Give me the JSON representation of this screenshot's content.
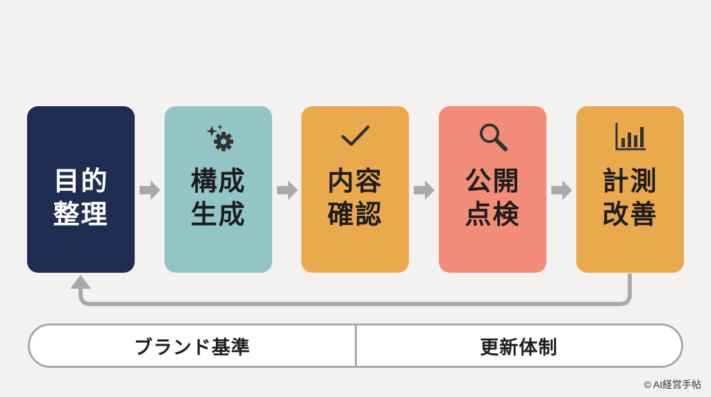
{
  "steps": [
    {
      "line1": "目的",
      "line2": "整理",
      "color": "#1f2d52",
      "icon": "none"
    },
    {
      "line1": "構成",
      "line2": "生成",
      "color": "#93c5c6",
      "icon": "sparkle-gear-icon"
    },
    {
      "line1": "内容",
      "line2": "確認",
      "color": "#eba94d",
      "icon": "checkmark-icon"
    },
    {
      "line1": "公開",
      "line2": "点検",
      "color": "#f38c78",
      "icon": "magnifier-icon"
    },
    {
      "line1": "計測",
      "line2": "改善",
      "color": "#eba94d",
      "icon": "bar-chart-icon"
    }
  ],
  "bottom_bar": {
    "left": "ブランド基準",
    "right": "更新体制"
  },
  "copyright": "© AI経営手帖",
  "colors": {
    "arrow": "#a9a9a9",
    "text_dark": "#1d1d1d",
    "text_light": "#ffffff",
    "background": "#f3f2f1"
  }
}
